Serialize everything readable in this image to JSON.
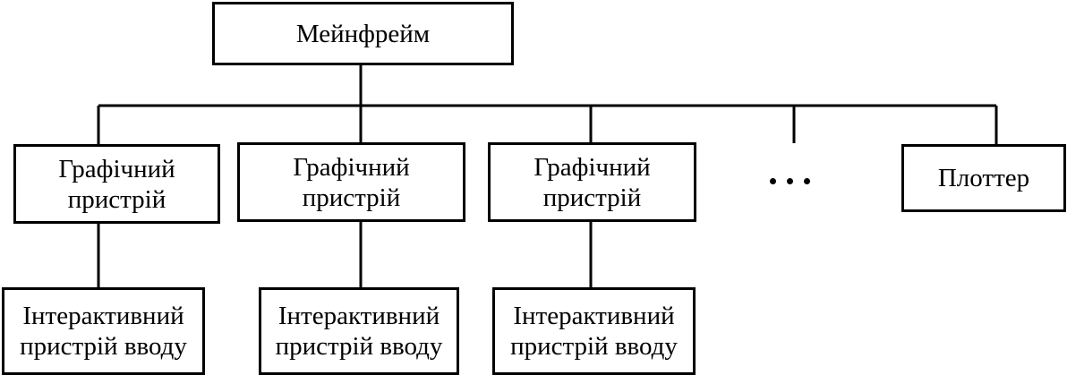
{
  "mainframe": {
    "label": "Мейнфрейм"
  },
  "graphics_devices": [
    {
      "line1": "Графічний",
      "line2": "пристрій"
    },
    {
      "line1": "Графічний",
      "line2": "пристрій"
    },
    {
      "line1": "Графічний",
      "line2": "пристрій"
    }
  ],
  "input_devices": [
    {
      "line1": "Інтерактивний",
      "line2": "пристрій вводу"
    },
    {
      "line1": "Інтерактивний",
      "line2": "пристрій вводу"
    },
    {
      "line1": "Інтерактивний",
      "line2": "пристрій вводу"
    }
  ],
  "plotter": {
    "label": "Плоттер"
  },
  "ellipsis_icon": "three-dots"
}
